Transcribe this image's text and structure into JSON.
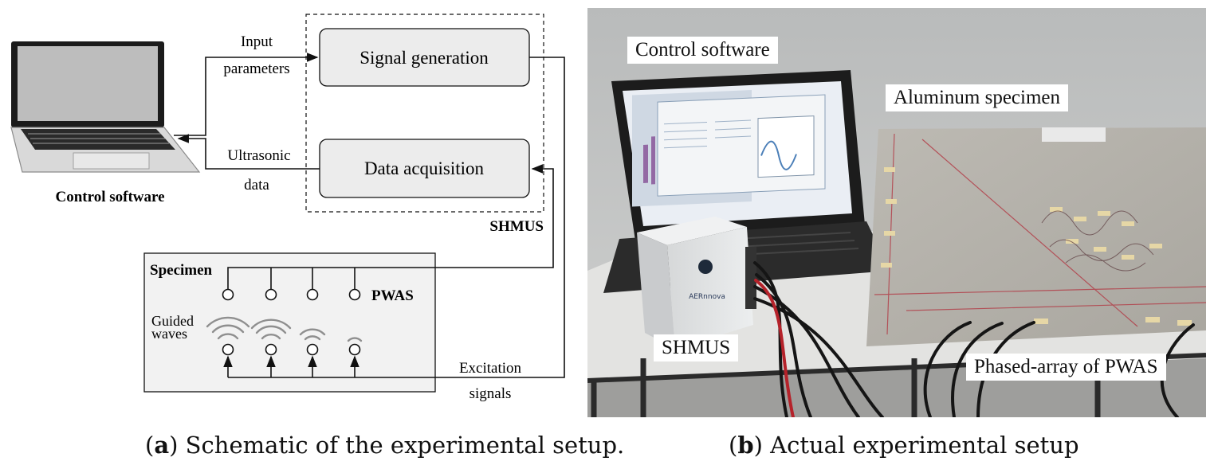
{
  "panel_a": {
    "laptop_label": "Control software",
    "input_label_1": "Input",
    "input_label_2": "parameters",
    "ultrasonic_label_1": "Ultrasonic",
    "ultrasonic_label_2": "data",
    "signal_generation": "Signal generation",
    "data_acquisition": "Data acquisition",
    "shmus_label": "SHMUS",
    "specimen_label": "Specimen",
    "pwas_label": "PWAS",
    "guided_label_1": "Guided",
    "guided_label_2": "waves",
    "excitation_label_1": "Excitation",
    "excitation_label_2": "signals",
    "caption_letter": "a",
    "caption_text": " Schematic of the experimental setup."
  },
  "panel_b": {
    "control_software": "Control software",
    "aluminum_specimen": "Aluminum specimen",
    "shmus": "SHMUS",
    "phased_array": "Phased-array of PWAS",
    "device_brand": "AERnnova",
    "caption_letter": "b",
    "caption_text": " Actual experimental setup"
  }
}
